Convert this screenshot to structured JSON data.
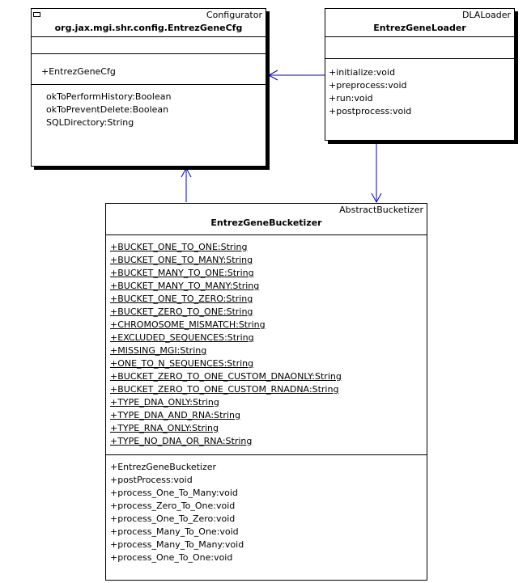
{
  "configurator": {
    "stereotype": "Configurator",
    "name": "org.jax.mgi.shr.config.EntrezGeneCfg",
    "operations": [
      "+EntrezGeneCfg"
    ],
    "attributes": [
      "okToPerformHistory:Boolean",
      "okToPreventDelete:Boolean",
      "SQLDirectory:String"
    ]
  },
  "loader": {
    "stereotype": "DLALoader",
    "name": "EntrezGeneLoader",
    "operations": [
      "+initialize:void",
      "+preprocess:void",
      "+run:void",
      "+postprocess:void"
    ]
  },
  "bucketizer": {
    "stereotype": "AbstractBucketizer",
    "name": "EntrezGeneBucketizer",
    "attributes": [
      "+BUCKET_ONE_TO_ONE:String",
      "+BUCKET_ONE_TO_MANY:String",
      "+BUCKET_MANY_TO_ONE:String",
      "+BUCKET_MANY_TO_MANY:String",
      "+BUCKET_ONE_TO_ZERO:String",
      "+BUCKET_ZERO_TO_ONE:String",
      "+CHROMOSOME_MISMATCH:String",
      "+EXCLUDED_SEQUENCES:String",
      "+MISSING_MGI:String",
      "+ONE_TO_N_SEQUENCES:String",
      "+BUCKET_ZERO_TO_ONE_CUSTOM_DNAONLY:String",
      "+BUCKET_ZERO_TO_ONE_CUSTOM_RNADNA:String",
      "+TYPE_DNA_ONLY:String",
      "+TYPE_DNA_AND_RNA:String",
      "+TYPE_RNA_ONLY:String",
      "+TYPE_NO_DNA_OR_RNA:String"
    ],
    "operations": [
      "+EntrezGeneBucketizer",
      "+postProcess:void",
      "+process_One_To_Many:void",
      "+process_Zero_To_One:void",
      "+process_One_To_Zero:void",
      "+process_Many_To_One:void",
      "+process_Many_To_Many:void",
      "+process_One_To_One:void"
    ]
  },
  "colors": {
    "link": "#0000c0",
    "border": "#000000"
  }
}
